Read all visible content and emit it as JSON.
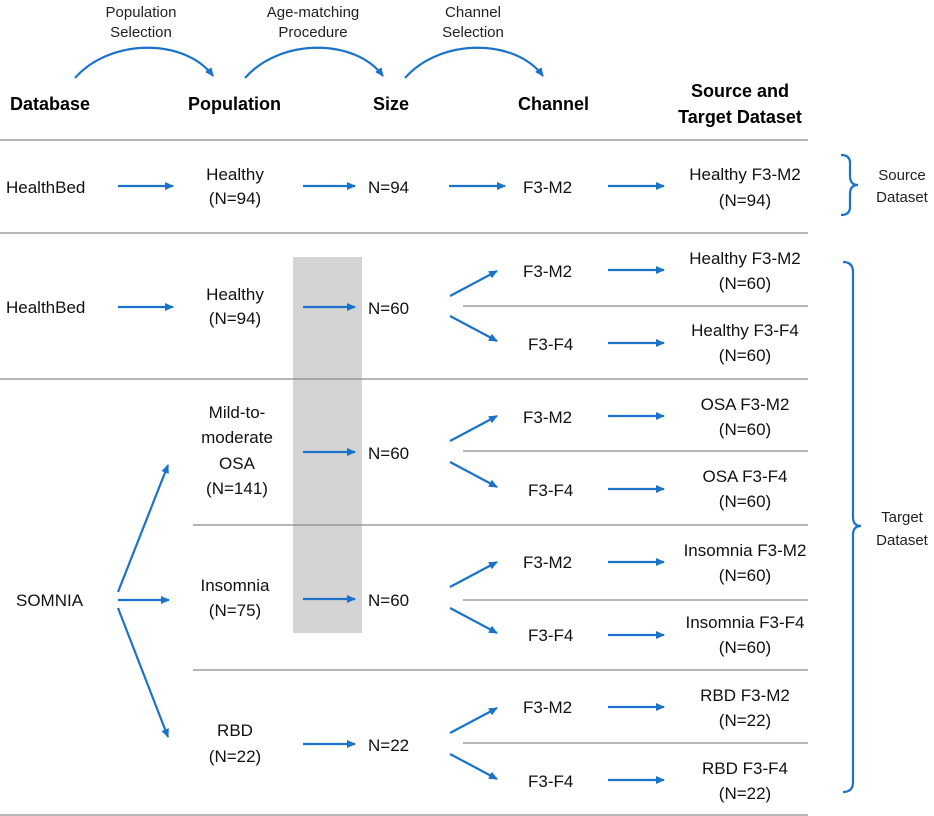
{
  "colors": {
    "arrow": "#1a73c8",
    "line": "#8a8a8a",
    "shade": "#d4d4d4",
    "text": "#111111"
  },
  "steps": [
    {
      "line1": "Population",
      "line2": "Selection"
    },
    {
      "line1": "Age-matching",
      "line2": "Procedure"
    },
    {
      "line1": "Channel",
      "line2": "Selection"
    }
  ],
  "headers": {
    "database": "Database",
    "population": "Population",
    "size": "Size",
    "channel": "Channel",
    "dataset_line1": "Source and",
    "dataset_line2": "Target Dataset"
  },
  "source": {
    "database": "HealthBed",
    "population": [
      "Healthy",
      "(N=94)"
    ],
    "size": "N=94",
    "channel": "F3-M2",
    "dataset": [
      "Healthy F3-M2",
      "(N=94)"
    ],
    "bracket_label": [
      "Source",
      "Dataset"
    ]
  },
  "healthbed_target": {
    "database": "HealthBed",
    "population": [
      "Healthy",
      "(N=94)"
    ],
    "size": "N=60",
    "channels": [
      "F3-M2",
      "F3-F4"
    ],
    "datasets": [
      [
        "Healthy F3-M2",
        "(N=60)"
      ],
      [
        "Healthy F3-F4",
        "(N=60)"
      ]
    ]
  },
  "somnia": {
    "database": "SOMNIA",
    "groups": [
      {
        "population": [
          "Mild-to-",
          "moderate",
          "OSA",
          "(N=141)"
        ],
        "size": "N=60",
        "channels": [
          "F3-M2",
          "F3-F4"
        ],
        "datasets": [
          [
            "OSA F3-M2",
            "(N=60)"
          ],
          [
            "OSA F3-F4",
            "(N=60)"
          ]
        ]
      },
      {
        "population": [
          "Insomnia",
          "(N=75)"
        ],
        "size": "N=60",
        "channels": [
          "F3-M2",
          "F3-F4"
        ],
        "datasets": [
          [
            "Insomnia F3-M2",
            "(N=60)"
          ],
          [
            "Insomnia F3-F4",
            "(N=60)"
          ]
        ]
      },
      {
        "population": [
          "RBD",
          "(N=22)"
        ],
        "size": "N=22",
        "channels": [
          "F3-M2",
          "F3-F4"
        ],
        "datasets": [
          [
            "RBD F3-M2",
            "(N=22)"
          ],
          [
            "RBD F3-F4",
            "(N=22)"
          ]
        ]
      }
    ]
  },
  "target_bracket_label": [
    "Target",
    "Dataset"
  ]
}
